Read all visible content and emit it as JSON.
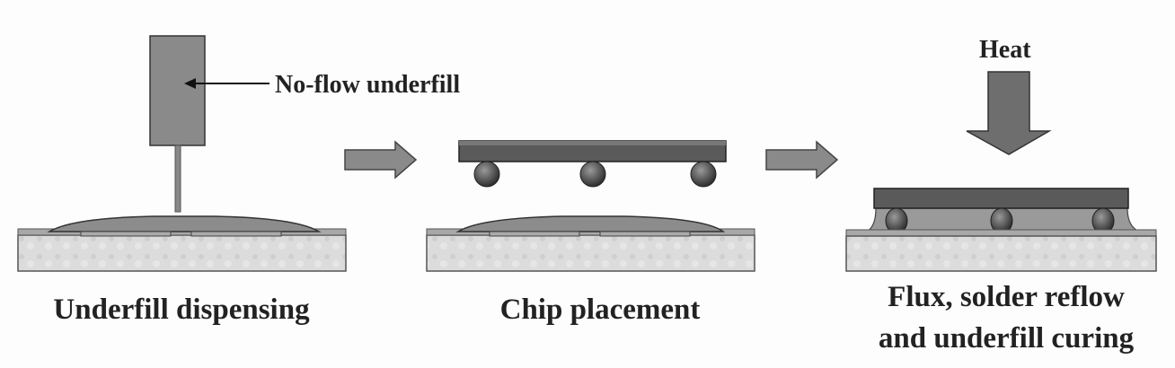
{
  "labels": {
    "no_flow_underfill": "No-flow underfill",
    "heat": "Heat",
    "step1": "Underfill dispensing",
    "step2": "Chip placement",
    "step3_line1": "Flux, solder reflow",
    "step3_line2": "and underfill curing"
  },
  "colors": {
    "substrate": "#d9d9d9",
    "chip": "#5a5a5a",
    "underfill": "#8f8f8f",
    "solder": "#555555",
    "arrow": "#8a8a8a",
    "outline": "#3a3a3a"
  }
}
